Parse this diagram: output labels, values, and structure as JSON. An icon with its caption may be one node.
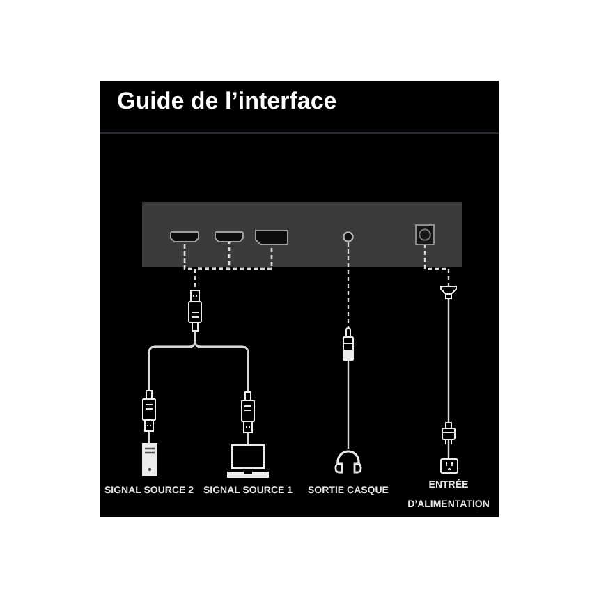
{
  "diagram": {
    "title": "Guide de l’interface",
    "nodes": [
      {
        "text": [],
        "shape": "box"
      },
      {
        "text": [],
        "shape": "box",
        "in": 0
      },
      {
        "text": [],
        "shape": "box",
        "in": 0
      },
      {
        "text": [],
        "shape": "box",
        "in": 0
      },
      {
        "text": [],
        "shape": "circle",
        "in": 0
      },
      {
        "text": [],
        "shape": "box",
        "in": 0
      },
      {
        "text": [
          "SIGNAL SOURCE 2"
        ]
      },
      {
        "text": [
          "SIGNAL SOURCE 1"
        ]
      },
      {
        "text": [
          "SORTIE CASQUE"
        ]
      },
      {
        "text": [
          "ENTRÉE D’ALIMENTATION"
        ]
      }
    ],
    "edges": [
      {
        "from": 1,
        "to": 6,
        "arrow": "other"
      },
      {
        "from": 1,
        "to": 7,
        "arrow": "other"
      },
      {
        "from": 2,
        "to": 6,
        "arrow": "other"
      },
      {
        "from": 2,
        "to": 7,
        "arrow": "other"
      },
      {
        "from": 3,
        "to": 6,
        "arrow": "other"
      },
      {
        "from": 3,
        "to": 7,
        "arrow": "other"
      },
      {
        "from": 4,
        "to": 8,
        "arrow": "none"
      },
      {
        "from": 5,
        "to": 9,
        "arrow": "other"
      }
    ]
  }
}
